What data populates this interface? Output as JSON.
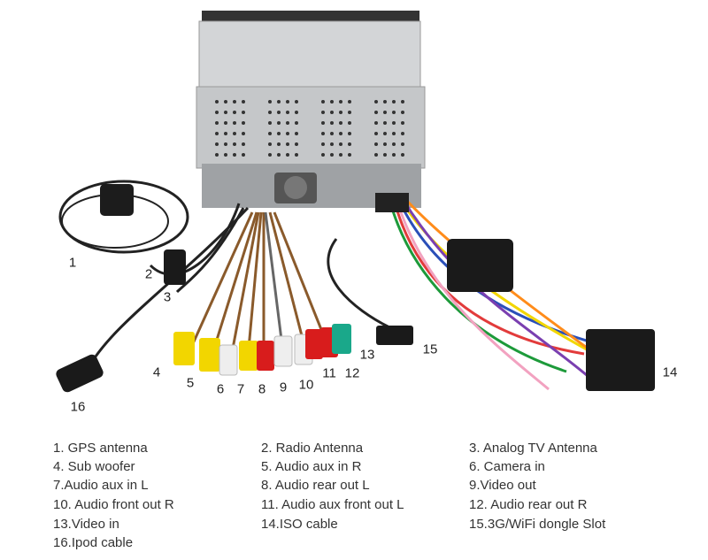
{
  "callouts": [
    "1",
    "2",
    "3",
    "4",
    "5",
    "6",
    "7",
    "8",
    "9",
    "10",
    "11",
    "12",
    "13",
    "14",
    "15",
    "16"
  ],
  "legend": [
    "1. GPS antenna",
    "2. Radio Antenna",
    "3. Analog TV Antenna",
    "4. Sub woofer",
    "5.  Audio aux in R",
    "6. Camera in",
    "7.Audio aux in L",
    "8. Audio rear out L",
    "9.Video out",
    "10. Audio front out R",
    "11. Audio aux front out L",
    "12. Audio rear out R",
    "13.Video in",
    "14.ISO cable",
    "15.3G/WiFi dongle Slot",
    "16.Ipod cable"
  ],
  "colors": {
    "yellow": "#f2d600",
    "white": "#eeeeee",
    "red": "#d81c1c",
    "green": "#1aa88a",
    "metal": "#c9cbcd",
    "black": "#1a1a1a"
  }
}
